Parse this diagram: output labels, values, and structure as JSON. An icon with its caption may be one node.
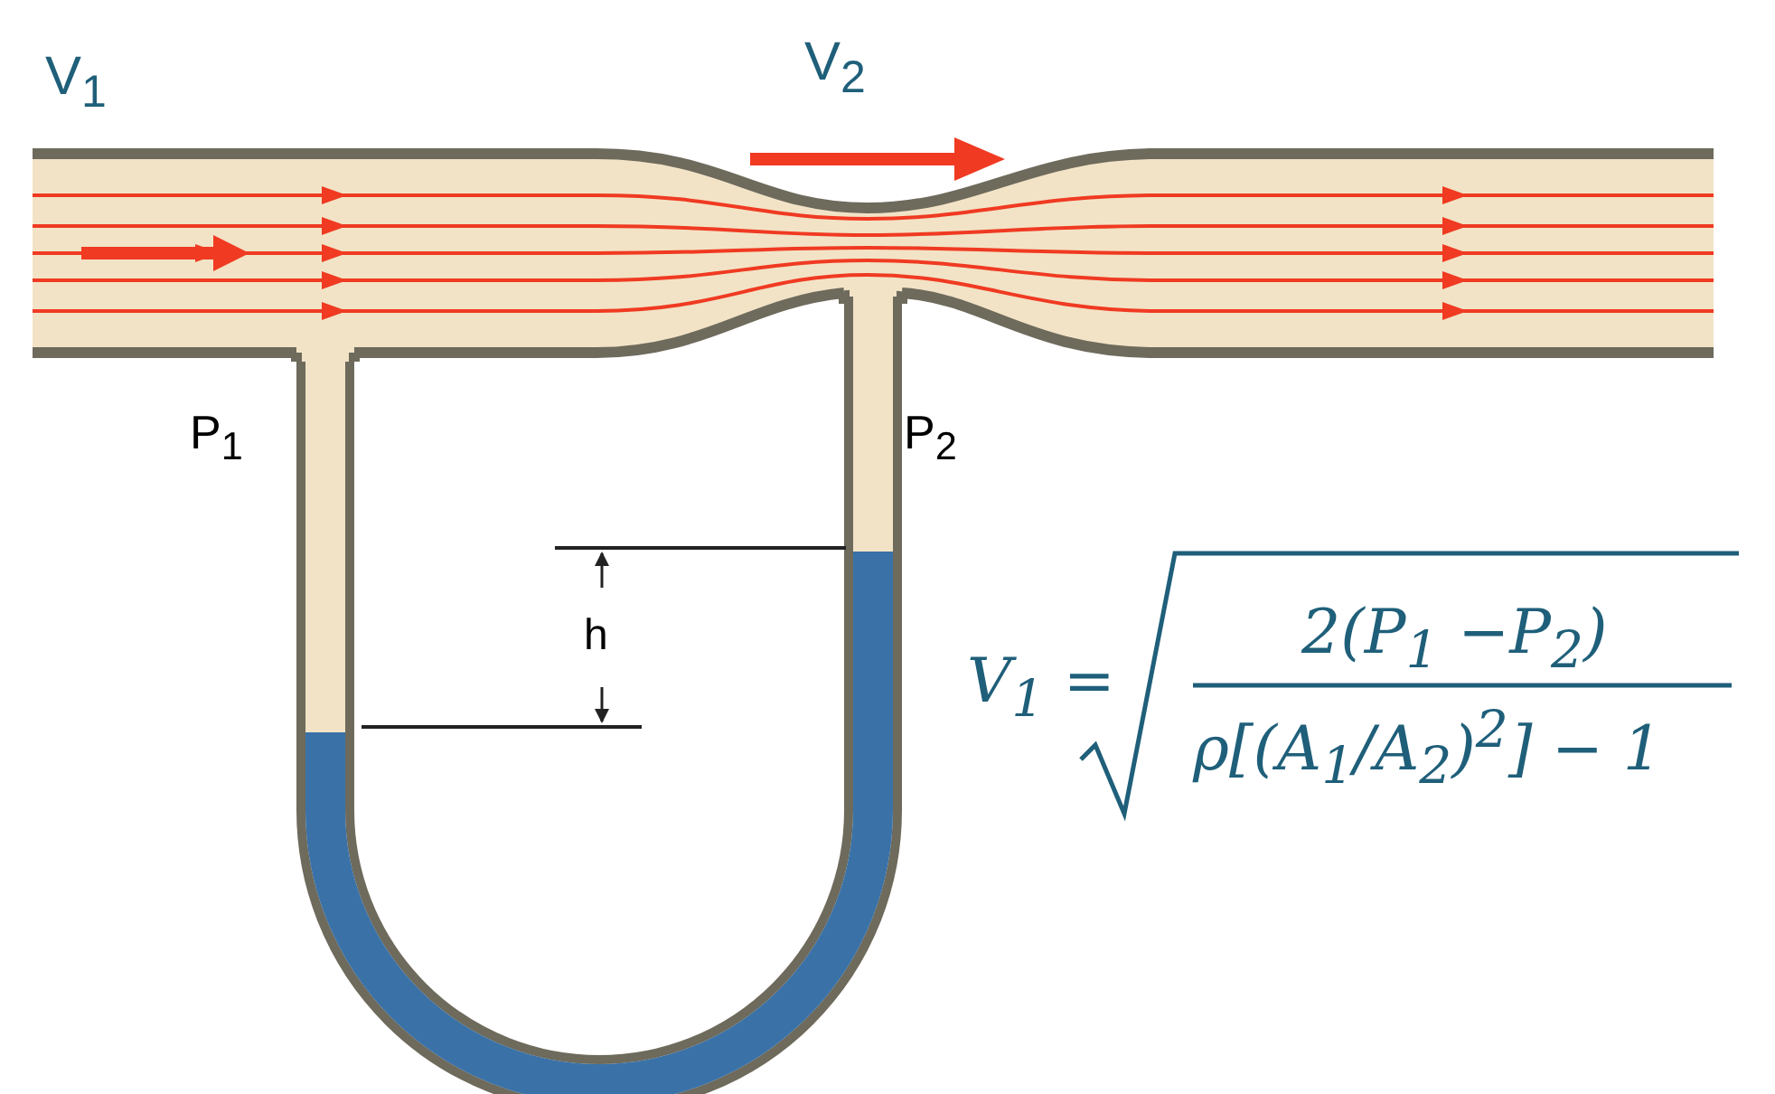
{
  "diagram": {
    "labels": [
      "V$_{1}$",
      "V$_{2}$",
      "P$_{1}$",
      "P$_{2}$",
      "h",
      "V$_{1}$ =",
      "2(P$_{1}$ −P$_{2}$)",
      "ρ[(A$_{1}$/A$_{2}$)$^{2}$] − 1"
    ]
  }
}
